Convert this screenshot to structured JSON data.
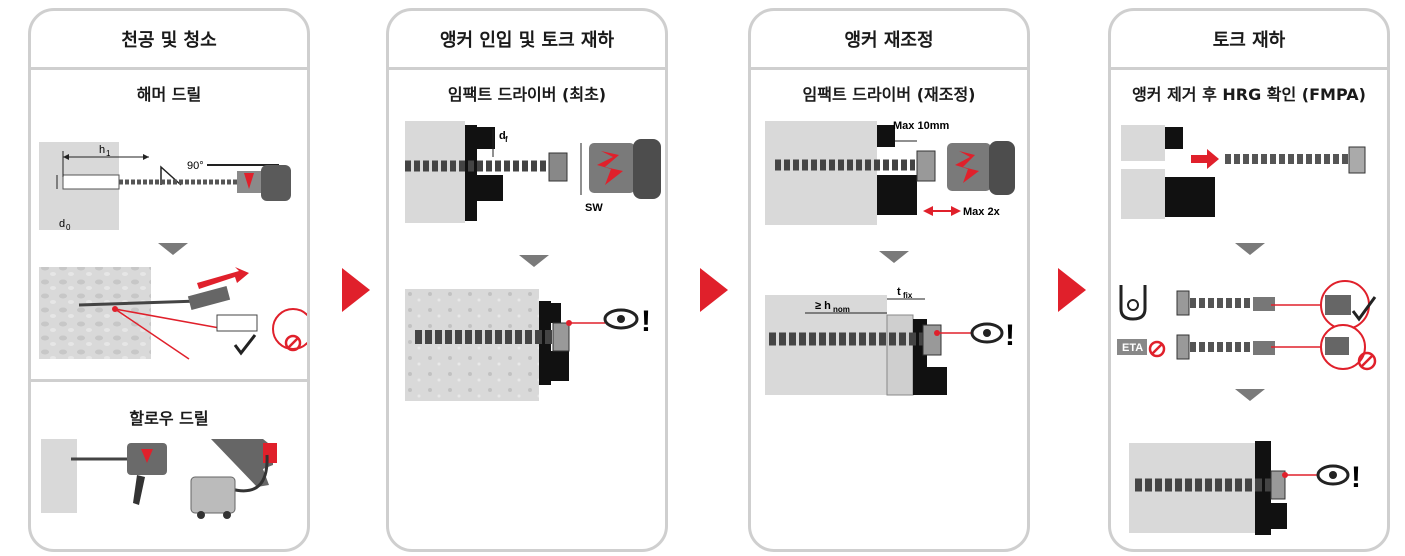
{
  "colors": {
    "accent": "#e0202b",
    "border": "#cfcfcf",
    "concrete": "#d9d9d9",
    "dark": "#222222"
  },
  "steps": [
    {
      "title": "천공 및 청소",
      "sub1": "해머 드릴",
      "sub2": "할로우 드릴",
      "labels": {
        "h1": "h",
        "h1_sub": "1",
        "angle": "90°",
        "d0": "d",
        "d0_sub": "0"
      }
    },
    {
      "title": "앵커 인입 및 토크 재하",
      "sub1": "임팩트 드라이버 (최초)",
      "labels": {
        "df": "d",
        "df_sub": "f",
        "sw": "SW"
      }
    },
    {
      "title": "앵커 재조정",
      "sub1": "임팩트 드라이버 (재조정)",
      "labels": {
        "max10": "Max 10mm",
        "max2x": "Max 2x",
        "hnom": "≥ h",
        "hnom_sub": "nom",
        "tfix": "t",
        "tfix_sub": "fix"
      }
    },
    {
      "title": "토크 재하",
      "sub1": "앵커 제거 후 HRG 확인 (FMPA)",
      "labels": {
        "eta": "ETA"
      }
    }
  ],
  "icons": [
    "eye-icon",
    "exclamation-icon",
    "check-icon",
    "prohibited-icon",
    "flow-arrow-icon",
    "down-triangle-icon"
  ]
}
